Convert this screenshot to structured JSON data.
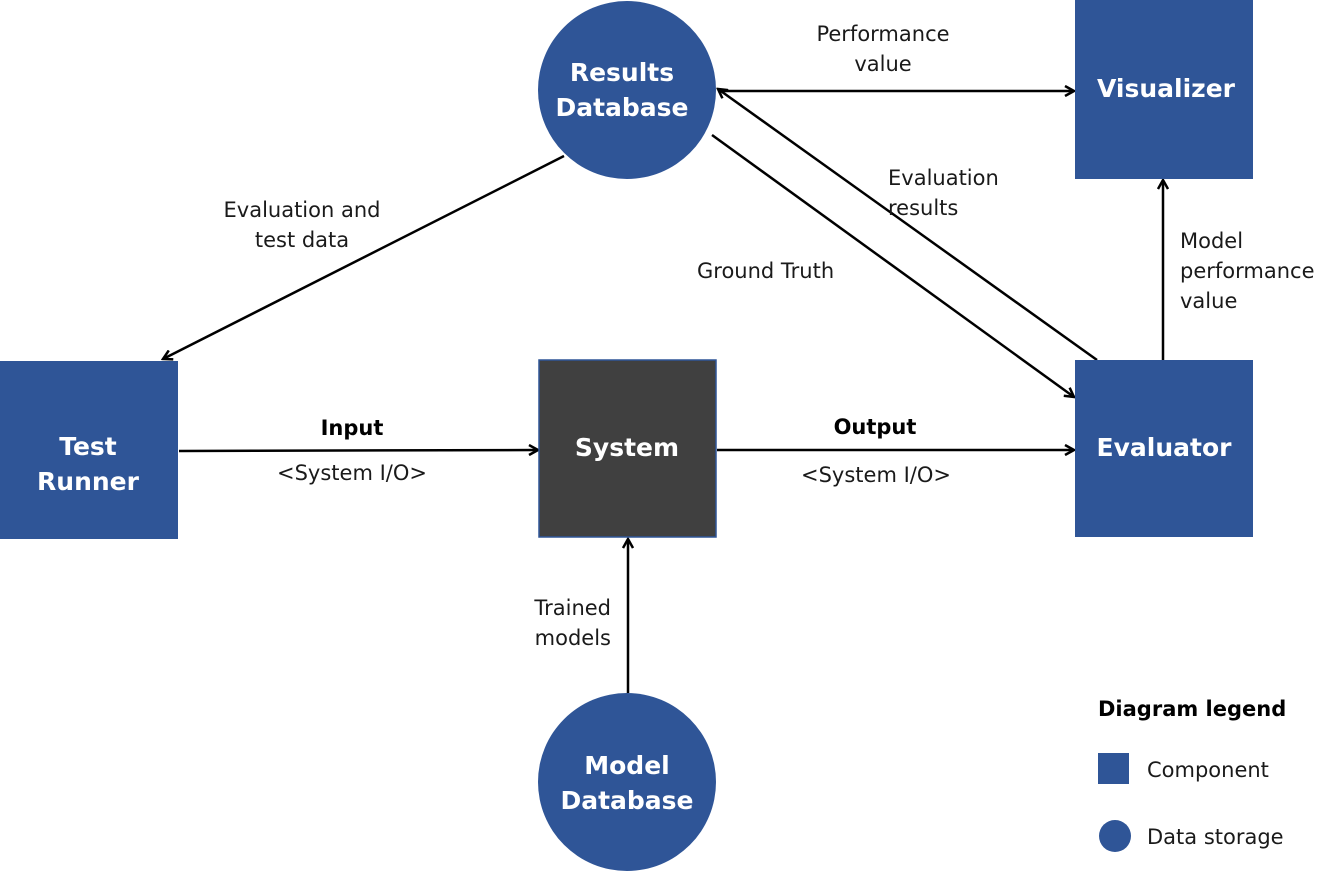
{
  "colors": {
    "component": "#2f5597",
    "system": "#404040",
    "storage": "#2f5597",
    "edge": "#000000"
  },
  "nodes": {
    "results_db": {
      "line1": "Results",
      "line2": "Database"
    },
    "visualizer": {
      "line1": "Visualizer"
    },
    "test_runner": {
      "line1": "Test",
      "line2": "Runner"
    },
    "system": {
      "line1": "System"
    },
    "evaluator": {
      "line1": "Evaluator"
    },
    "model_db": {
      "line1": "Model",
      "line2": "Database"
    }
  },
  "edges": {
    "performance_value": {
      "line1": "Performance",
      "line2": "value"
    },
    "evaluation_test_data": {
      "line1": "Evaluation and",
      "line2": "test data"
    },
    "evaluation_results": {
      "line1": "Evaluation",
      "line2": "results"
    },
    "ground_truth": {
      "line1": "Ground Truth"
    },
    "model_performance_value": {
      "line1": "Model",
      "line2": "performance",
      "line3": "value"
    },
    "input": {
      "title": "Input",
      "subtitle": "<System I/O>"
    },
    "output": {
      "title": "Output",
      "subtitle": "<System I/O>"
    },
    "trained_models": {
      "line1": "Trained",
      "line2": "models"
    }
  },
  "legend": {
    "title": "Diagram legend",
    "component": "Component",
    "storage": "Data storage"
  }
}
